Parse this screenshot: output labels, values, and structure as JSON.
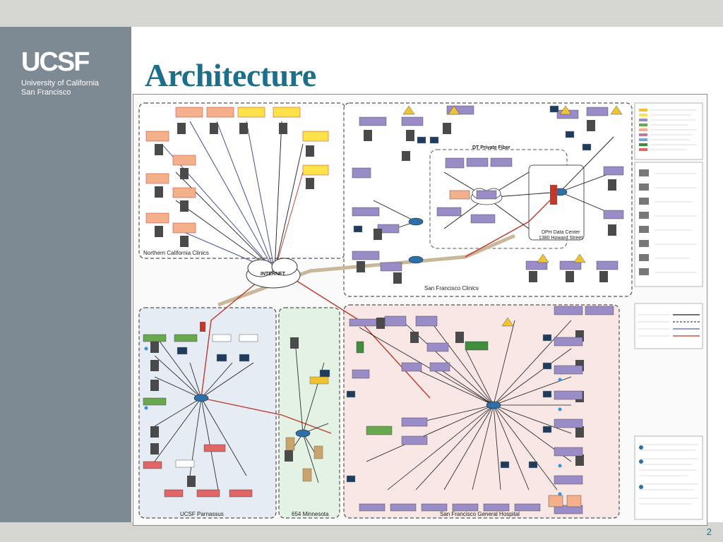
{
  "header": {
    "title": "Architecture",
    "page_number": "2"
  },
  "logo": {
    "mark": "UCSF",
    "university_line1": "University of California",
    "university_line2": "San Francisco"
  },
  "diagram": {
    "regions": {
      "northern_california": "Northern California Clinics",
      "san_francisco_clinics": "San Francisco Clinics",
      "ucsf_parnassus": "UCSF Parnassus",
      "minnesota": "654 Minnesota",
      "sf_general": "San Francisco General Hospital"
    },
    "internet_label": "INTERNET",
    "dt_private_fiber": "DT Private Fiber",
    "dph_data_center_line1": "DPH Data Center",
    "dph_data_center_line2": "1380 Howard Street",
    "colors": {
      "boundary": "#555555",
      "link_blue": "#2a3f8f",
      "link_red": "#c0392b",
      "link_black": "#1a1a1a",
      "conduit": "#c9b79a",
      "parnassus_fill": "#e6ecf3",
      "minnesota_fill": "#e3f2e3",
      "sfgh_fill": "#f8e7e4",
      "clinic_orange": "#f4b08a",
      "clinic_yellow": "#ffe24a",
      "clinic_purple": "#9a8cc6",
      "clinic_green": "#3e8e3e",
      "router_blue": "#2d6fa6",
      "firewall_red": "#c0392b"
    }
  }
}
